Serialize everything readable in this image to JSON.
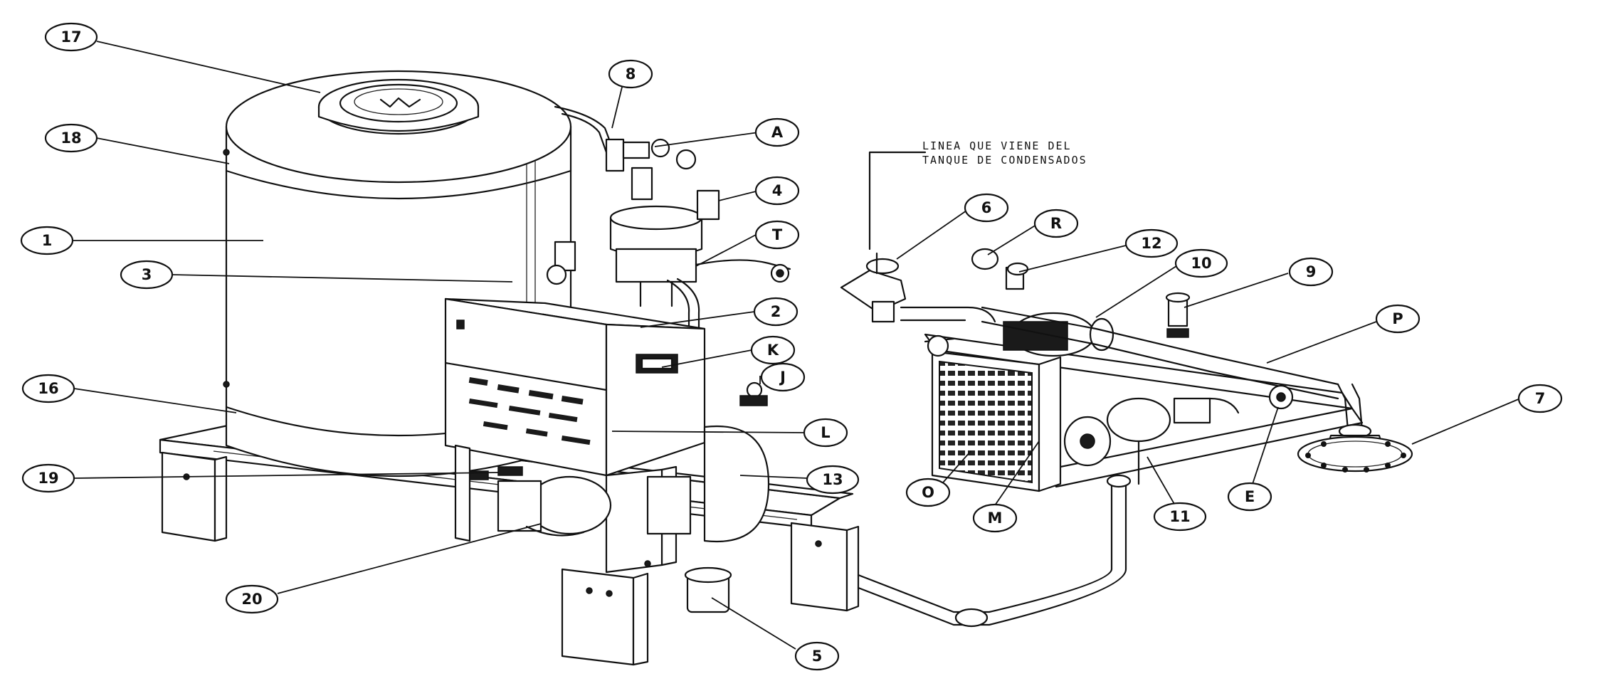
{
  "note": {
    "line1": "LINEA QUE VIENE DEL",
    "line2": "TANQUE DE CONDENSADOS"
  },
  "callouts": {
    "c17": "17",
    "c18": "18",
    "c1": "1",
    "c3": "3",
    "c16": "16",
    "c19": "19",
    "c20": "20",
    "c8": "8",
    "cA": "A",
    "c4": "4",
    "cT": "T",
    "c2": "2",
    "cK": "K",
    "cJ": "J",
    "cL": "L",
    "c13": "13",
    "c5": "5",
    "c6": "6",
    "cR": "R",
    "c12": "12",
    "c10": "10",
    "c9": "9",
    "cP": "P",
    "c7": "7",
    "cE": "E",
    "c11": "11",
    "cM": "M",
    "cO": "O"
  }
}
